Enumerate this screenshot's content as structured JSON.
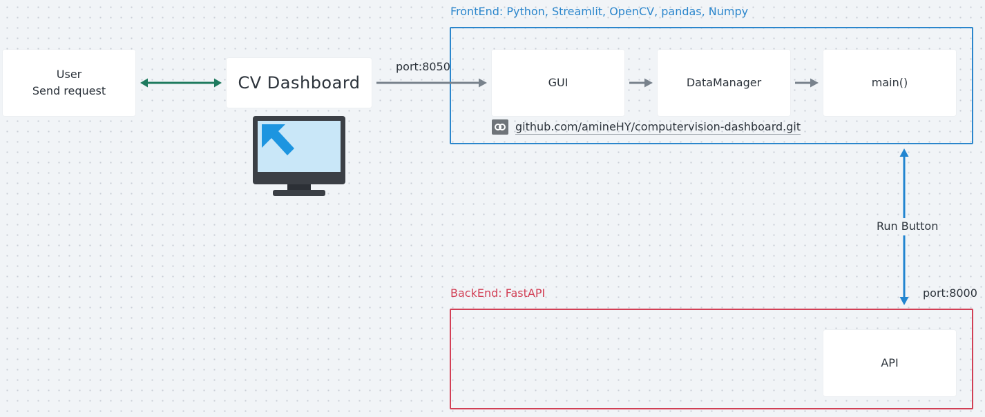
{
  "colors": {
    "frontend": "#2b86cc",
    "backend": "#d23f55",
    "bidirectional_green": "#1e7a5e",
    "flow_gray": "#78828c",
    "run_blue": "#2285d0"
  },
  "nodes": {
    "user": {
      "line1": "User",
      "line2": "Send request"
    },
    "dashboard": {
      "label": "CV Dashboard",
      "icon": "monitor-cursor-icon"
    },
    "gui": {
      "label": "GUI"
    },
    "data_manager": {
      "label": "DataManager"
    },
    "main": {
      "label": "main()"
    },
    "api": {
      "label": "API"
    }
  },
  "groups": {
    "frontend": {
      "title": "FrontEnd: Python, Streamlit, OpenCV, pandas, Numpy"
    },
    "backend": {
      "title": "BackEnd: FastAPI"
    }
  },
  "link": {
    "icon": "link-icon",
    "text": "github.com/amineHY/computervision-dashboard.git"
  },
  "edges": {
    "dashboard_to_gui": "port:8050",
    "run": "Run Button",
    "api_port": "port:8000"
  }
}
